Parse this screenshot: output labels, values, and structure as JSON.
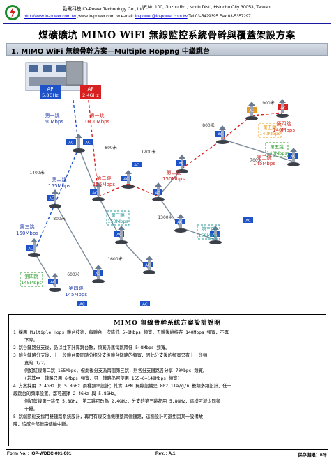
{
  "header": {
    "company": "勁電科技 IO-Power Technology Co., Ltd",
    "address": "1F,No.100, Jinzhu Rd., North Dist., Hsinchu City 30053, Taiwan",
    "url": "http://www.io-power.com.tw",
    "contact_mid": ",www.io-power.com.tw",
    "email_label": "e-mail:",
    "email": "io-power@io-power.com.tw",
    "tel_fax": "Tel:03-5429395 Fax:03-5357297"
  },
  "title": "煤礦礦坑 MIMO WiFi 無線監控系統骨幹與覆蓋架設方案",
  "section_title": "1. MIMO WiFi 無線骨幹方案—Multiple Hoppng 中繼跳台",
  "diagram": {
    "ap_labels": [
      {
        "line1": "AP",
        "line2": "5.8GHz"
      },
      {
        "line1": "AP",
        "line2": "2.4GHz"
      }
    ],
    "ac_label": "AC",
    "hop_labels": [
      {
        "text1": "第一跳",
        "text2": "160Mbps",
        "color": "#1e3ca8"
      },
      {
        "text1": "第一跳",
        "text2": "1600Mbps",
        "color": "#d02020"
      },
      {
        "text1": "第二跳",
        "text2": "155Mbps",
        "color": "#1e3ca8"
      },
      {
        "text1": "第二跳",
        "text2": "155Mbps",
        "color": "#d02020"
      },
      {
        "text1": "第二跳",
        "text2": "150Mbps",
        "color": "#d02020"
      },
      {
        "text1": "第三跳",
        "text2": "150Mbps",
        "color": "#1e3ca8"
      },
      {
        "text1": "第三跳",
        "text2": "145Mbps",
        "color": "#d02020"
      },
      {
        "text1": "第四跳",
        "text2": "145Mbps",
        "color": "#1e3ca8"
      },
      {
        "text1": "第四跳",
        "text2": "140Mbps",
        "color": "#d02020"
      }
    ],
    "boxed_labels": [
      {
        "text1": "第三跳",
        "text2": "150Mbps",
        "color": "#2a9a9a"
      },
      {
        "text1": "第三跳",
        "text2": "150Mbps",
        "color": "#2a9a9a"
      },
      {
        "text1": "第四跳",
        "text2": "145Mbps",
        "color": "#2a9a2a"
      },
      {
        "text1": "第五跳",
        "text2": "140Mbps",
        "color": "#e89a20"
      },
      {
        "text1": "第五跳",
        "text2": "140Mbps",
        "color": "#2a9a2a"
      }
    ],
    "distances": [
      "900米",
      "800米",
      "1200米",
      "800米",
      "700米",
      "1400米",
      "1300米",
      "800米",
      "1600米",
      "600米"
    ]
  },
  "description": {
    "title": "MIMO 無線骨幹系統方案設計說明",
    "lines": [
      "1,採用 Multiple Hops 跳台技術，每跳台一次降低 5~8Mbps 頻寬，五跳後維持在 140Mbps 頻寬，不再",
      "下降。",
      "2,跳台鏈路分支後，仍以往下計算跳台數，頻寬仍舊每跳降低 5~8Mbps 頻寬。",
      "3,跳台鏈路分支後，上一段跳台需同時分擔分支後跳台鏈路的頻寬，因此分支後的頻寬只有上一段頻",
      "寬的 1/2。",
      "例如紅線第二跳 155Mbps，但此後分支為兩個第三跳，則各分支鏈路各分享 70Mbps 頻寬。",
      "(若其中一鏈路只用 6Mbps 頻寬，另一鏈路仍可使用 155-6=149Mbps 頻寬)",
      "4,方案採用 2.4GHz 與 5.8GHz 兩種頻率設計；其實 APM 無線設備是 802.11a/g/n 雙頻多頻設計，任一",
      "段跳台的頻率設置，都可選擇 2.4GHz 與 5.8GHz。",
      "例如藍線第一跳是 5.8GHz，第二跳可改為 2.4GHz，分支的第三跳都用 5.8GHz，這樣可減少同頻",
      "干擾。",
      "5,跳端節點支採用雙鏈路系統設計，再用有線交換機匯整兩個鏈路，這種設計可避免因某一設備故",
      "障，造成全部鏈路傳輸中斷。"
    ],
    "indented": [
      false,
      true,
      false,
      false,
      true,
      true,
      true,
      false,
      false,
      true,
      true,
      false,
      false
    ]
  },
  "footer": {
    "form_no": "Form No. : IOP-WDDC-001-001",
    "rev": "Rev. : A.1",
    "keep": "保存期限：6年"
  }
}
